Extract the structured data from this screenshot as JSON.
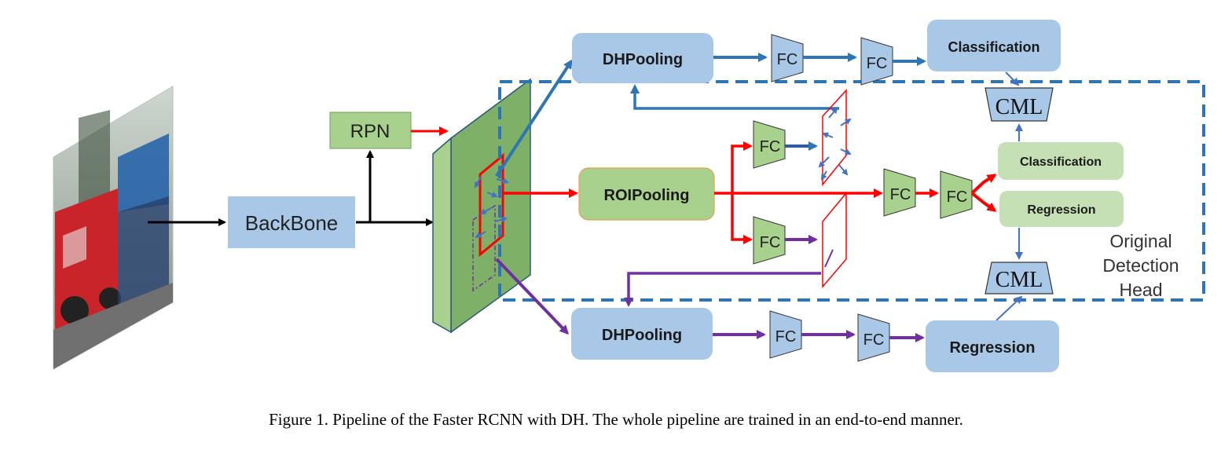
{
  "nodes": {
    "backbone": "BackBone",
    "rpn": "RPN",
    "roipooling": "ROIPooling",
    "dhpooling_top": "DHPooling",
    "dhpooling_bottom": "DHPooling",
    "fc_top_1": "FC",
    "fc_top_2": "FC",
    "fc_mid_upper": "FC",
    "fc_mid_lower": "FC",
    "fc_center_1": "FC",
    "fc_center_2": "FC",
    "fc_bottom_1": "FC",
    "fc_bottom_2": "FC",
    "classification_top": "Classification",
    "classification_inner": "Classification",
    "regression_inner": "Regression",
    "regression_bottom": "Regression",
    "cml_top": "CML",
    "cml_bottom": "CML"
  },
  "region_label": [
    "Original",
    "Detection",
    "Head"
  ],
  "caption": "Figure 1. Pipeline of the Faster RCNN with DH. The whole pipeline are trained in an end-to-end manner.",
  "colors": {
    "box_blue": "#a9c8e8",
    "box_green": "#a9d18e",
    "box_green_light": "#c5e0b4",
    "arrow_blue": "#2e75b6",
    "arrow_red": "#ff0000",
    "arrow_purple": "#7030a0",
    "dashed_region": "#2e75b6"
  }
}
